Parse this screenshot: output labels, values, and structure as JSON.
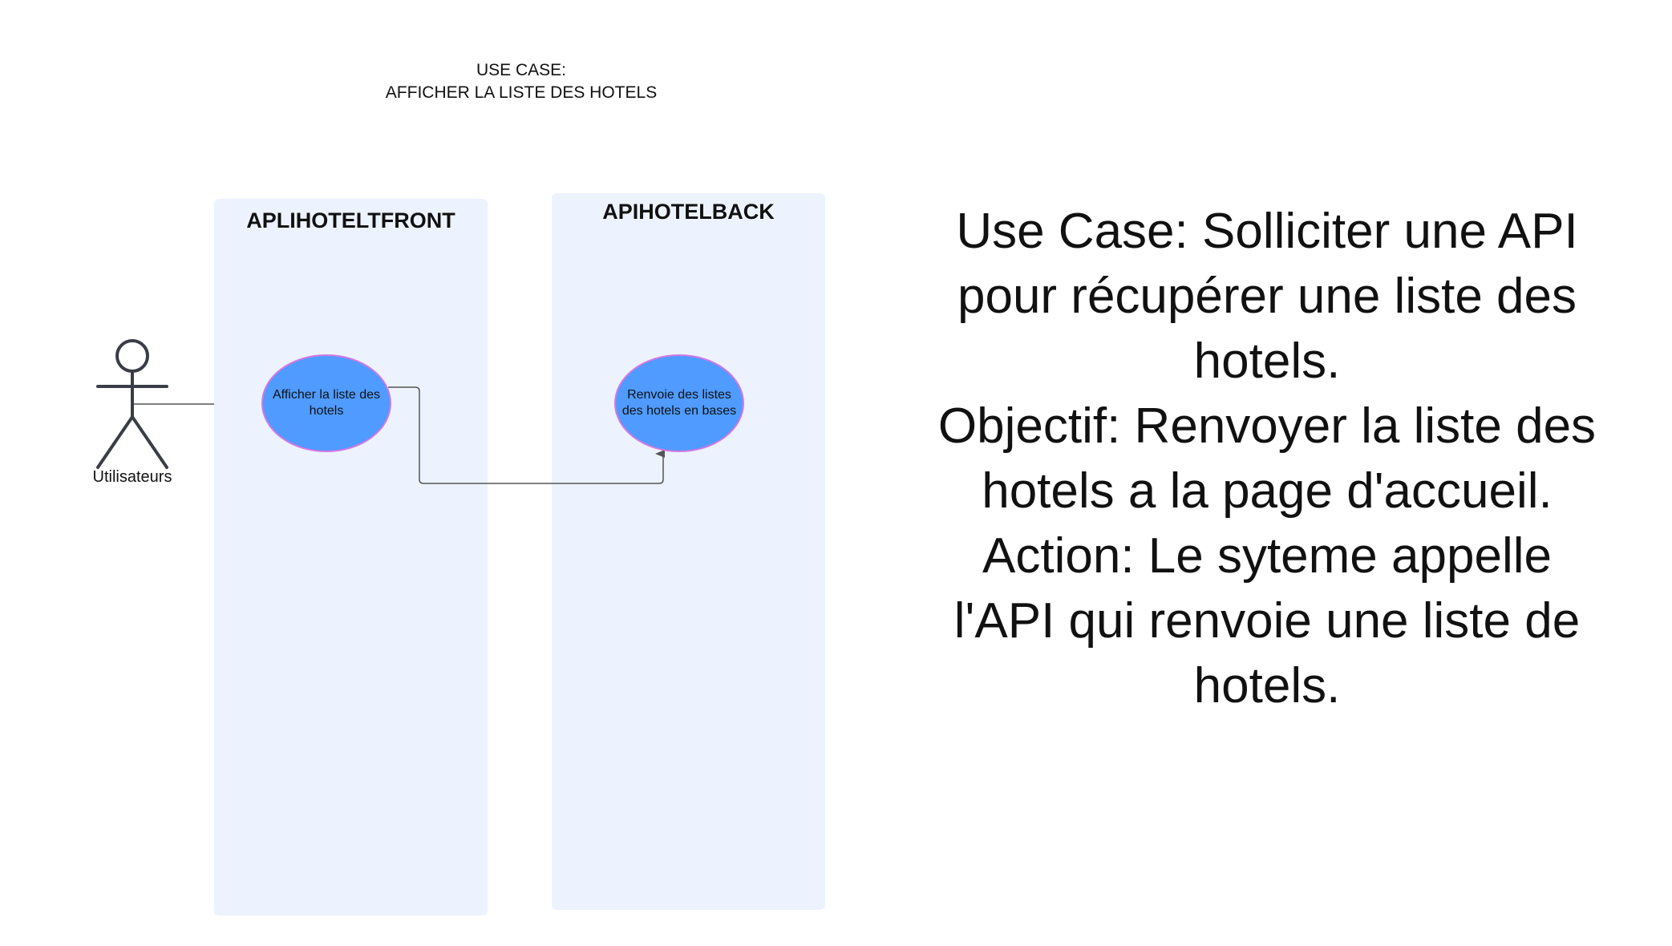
{
  "title": {
    "line1": "USE CASE:",
    "line2": "AFFICHER LA LISTE DES HOTELS"
  },
  "lanes": {
    "front": {
      "label": "APLIHOTELTFRONT"
    },
    "back": {
      "label": "APIHOTELBACK"
    }
  },
  "actor": {
    "label": "Utilisateurs",
    "icon": "stick-figure-icon"
  },
  "use_cases": {
    "front": {
      "text": "Afficher la liste des hotels"
    },
    "back": {
      "text": "Renvoie des listes des hotels en bases"
    }
  },
  "colors": {
    "lane_background": "#ecf3ff",
    "use_case_fill": "#4f9bff",
    "use_case_border": "#d277e6",
    "connector": "#555555"
  },
  "description": {
    "lines": [
      "Use Case:  Solliciter une API",
      "pour récupérer une liste des",
      "hotels.",
      "Objectif: Renvoyer la liste des",
      "hotels a la page d'accueil.",
      "Action: Le syteme appelle",
      "l'API qui renvoie une liste de",
      "hotels."
    ]
  }
}
